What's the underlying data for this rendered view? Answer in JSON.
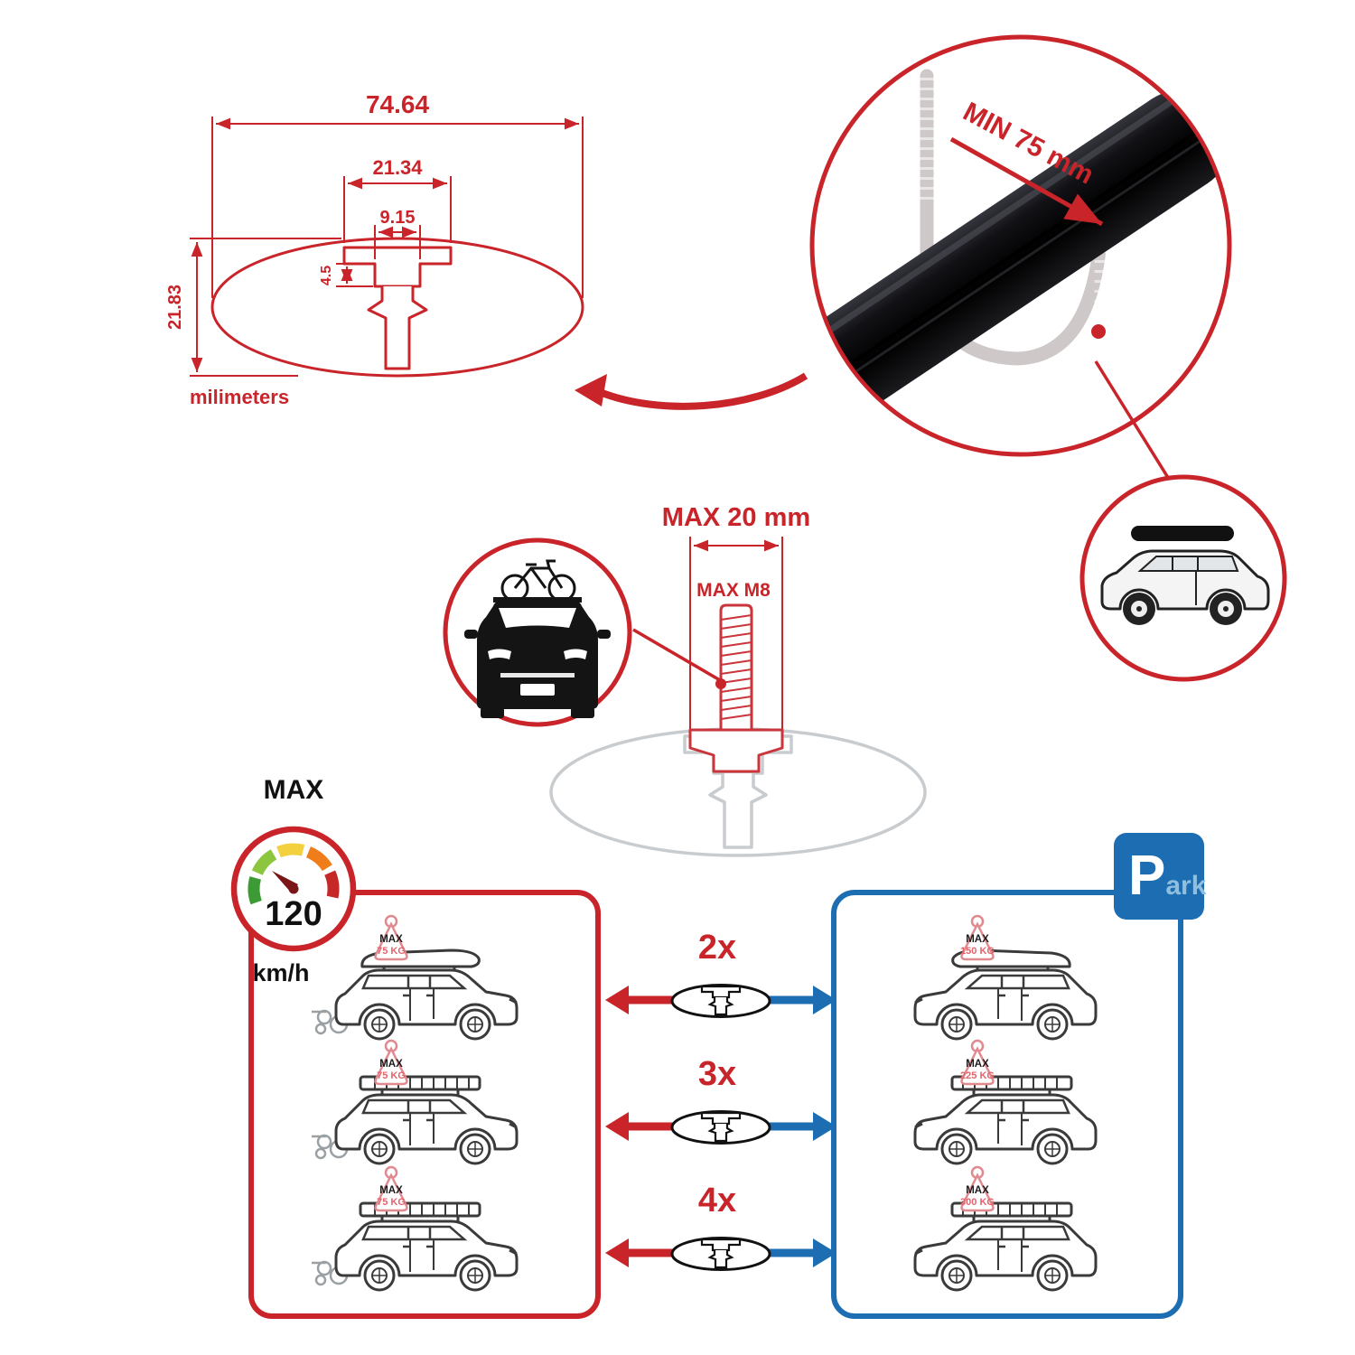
{
  "colors": {
    "accent_red": "#c92429",
    "accent_blue": "#1d6db2",
    "ghost_gray": "#c8cccf",
    "tag_pink": "#e08a90",
    "bar_black": "#111111",
    "gauge_segments": [
      "#3d9b35",
      "#8cc63e",
      "#f3d03e",
      "#ef7d1a",
      "#c62828"
    ]
  },
  "profile_dims": {
    "total_width": "74.64",
    "channel_outer": "21.34",
    "channel_inner": "9.15",
    "lip_depth": "4.5",
    "height": "21.83",
    "units": "milimeters"
  },
  "bar_detail": {
    "min_span": "MIN 75 mm"
  },
  "bolt_detail": {
    "max_width": "MAX 20 mm",
    "max_thread": "MAX M8"
  },
  "speed_gauge": {
    "label": "MAX",
    "value": "120",
    "unit": "km/h"
  },
  "bar_counts": [
    "2x",
    "3x",
    "4x"
  ],
  "driving_zone": {
    "cars": [
      {
        "tag_label": "MAX",
        "tag_value": "75 KG"
      },
      {
        "tag_label": "MAX",
        "tag_value": "75 KG"
      },
      {
        "tag_label": "MAX",
        "tag_value": "75 KG"
      }
    ]
  },
  "parking_zone": {
    "sign_main": "P",
    "sign_rest": "ark",
    "cars": [
      {
        "tag_label": "MAX",
        "tag_value": "150 KG"
      },
      {
        "tag_label": "MAX",
        "tag_value": "225 KG"
      },
      {
        "tag_label": "MAX",
        "tag_value": "300 KG"
      }
    ]
  }
}
